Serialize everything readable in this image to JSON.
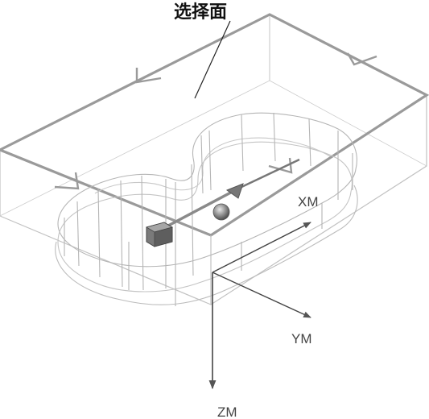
{
  "callout": {
    "label": "选择面"
  },
  "axes": {
    "xm": "XM",
    "ym": "YM",
    "zm": "ZM"
  },
  "colors": {
    "box_edge": "#9a9a9a",
    "box_thin": "#bdbdbd",
    "part_wire": "#b8b8b8",
    "axis": "#444444",
    "handle": "#8a8a8a"
  }
}
